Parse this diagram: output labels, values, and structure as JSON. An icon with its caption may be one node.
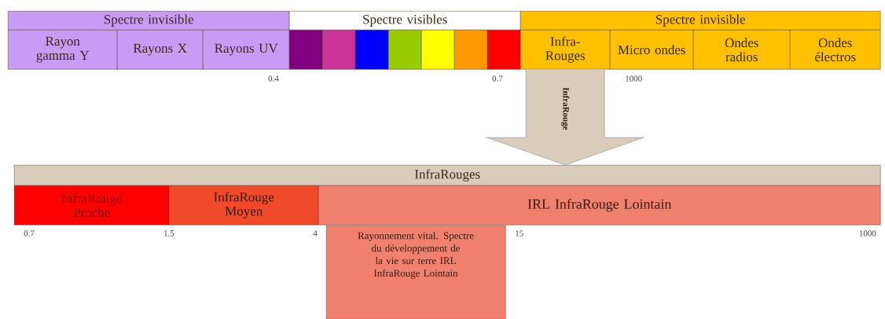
{
  "diagram": {
    "nodes": [
      {
        "text": [
          "Spectre invisible"
        ]
      },
      {
        "text": [
          "Spectre visibles"
        ]
      },
      {
        "text": [
          "Spectre invisible"
        ]
      },
      {
        "text": [
          "Rayon gamma Y"
        ]
      },
      {
        "text": [
          "Rayons X"
        ]
      },
      {
        "text": [
          "Rayons UV"
        ]
      },
      {
        "text": [],
        "shape": "box"
      },
      {
        "text": [],
        "shape": "box"
      },
      {
        "text": [],
        "shape": "box"
      },
      {
        "text": [],
        "shape": "box"
      },
      {
        "text": [],
        "shape": "box"
      },
      {
        "text": [],
        "shape": "box"
      },
      {
        "text": [],
        "shape": "box"
      },
      {
        "text": [
          "Infra- Rouges"
        ]
      },
      {
        "text": [
          "Micro ondes"
        ]
      },
      {
        "text": [
          "Ondes radios"
        ]
      },
      {
        "text": [
          "Ondes électros"
        ]
      },
      {
        "text": [
          "InfraRouges"
        ]
      },
      {
        "text": [
          "InfraRouge Proche"
        ]
      },
      {
        "text": [
          "InfraRouge Moyen"
        ]
      },
      {
        "text": [
          "IRL InfraRouge Lointain"
        ]
      },
      {
        "text": [
          "Rayonnement vital. Spectre du développement de la vie sur terre IRL InfraRouge Lointain"
        ]
      }
    ],
    "edges": [
      {
        "from": 13,
        "to": 17,
        "arrow": "to",
        "label": "InfraRouge"
      }
    ],
    "labels": [
      "0.4",
      "0.7",
      "1000",
      "0.7",
      "1.5",
      "4",
      "15",
      "1000"
    ]
  }
}
